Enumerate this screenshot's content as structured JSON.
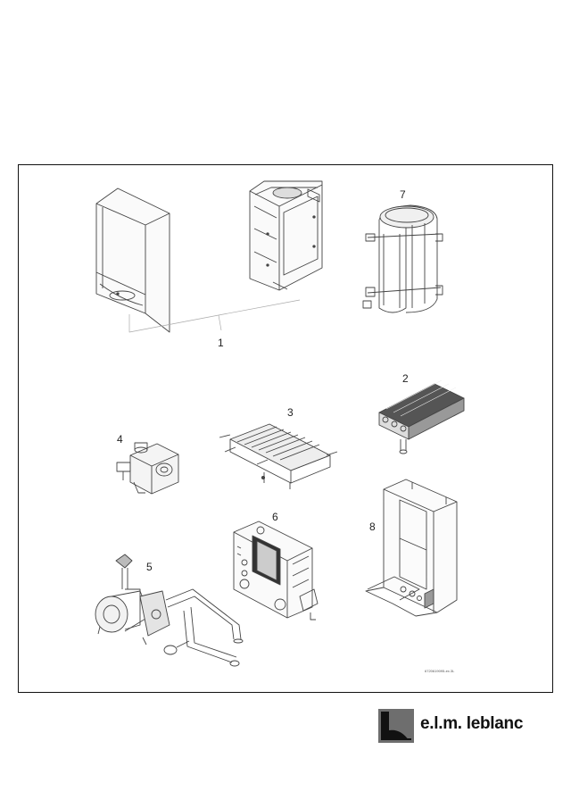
{
  "callouts": {
    "n1": "1",
    "n2": "2",
    "n3": "3",
    "n4": "4",
    "n5": "5",
    "n6": "6",
    "n7": "7",
    "n8": "8"
  },
  "figure_ref": "6720619095-ex.3L",
  "brand": {
    "name": "e.l.m. leblanc"
  },
  "icons": {
    "front_panel": "casing-front-panel-icon",
    "casing": "casing-frame-icon",
    "expansion_vessel": "expansion-vessel-icon",
    "heat_exchanger": "heat-exchanger-icon",
    "burner": "burner-icon",
    "gas_valve": "gas-valve-icon",
    "control_unit": "control-unit-icon",
    "pump": "pump-hydraulic-block-icon",
    "back_frame": "back-frame-icon",
    "logo": "elm-leblanc-logo-icon"
  }
}
